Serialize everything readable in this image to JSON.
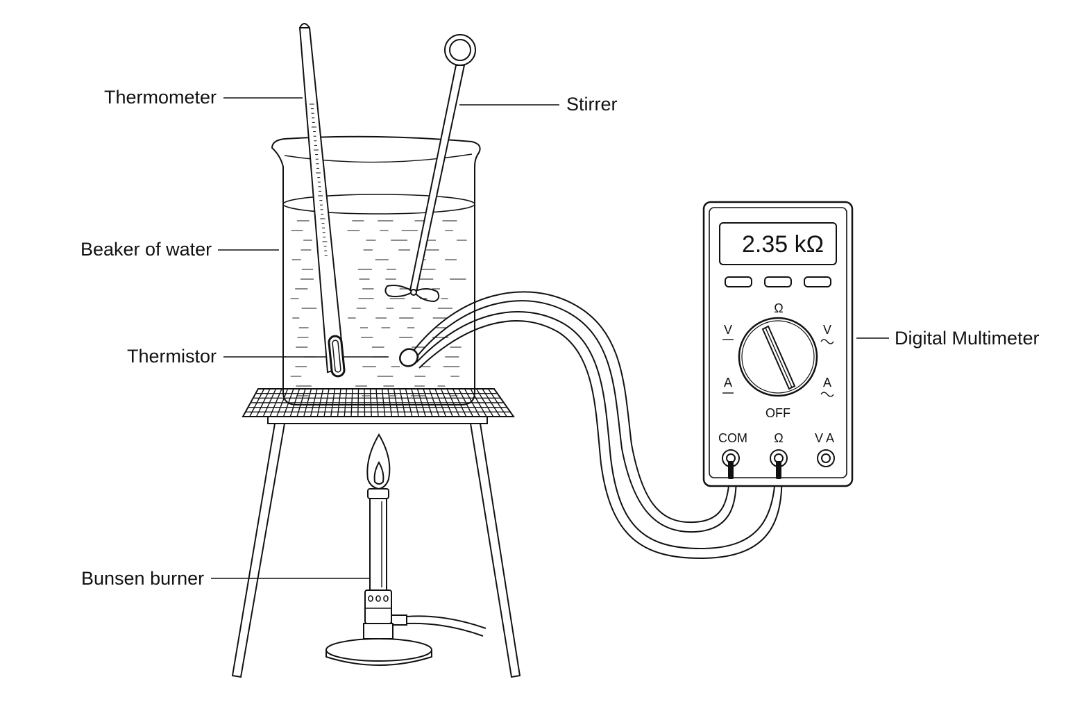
{
  "labels": {
    "thermometer": "Thermometer",
    "stirrer": "Stirrer",
    "beaker": "Beaker of water",
    "thermistor": "Thermistor",
    "multimeter": "Digital Multimeter",
    "burner": "Bunsen burner"
  },
  "multimeter": {
    "display": "2.35 kΩ",
    "dial_top": "Ω",
    "dial_v_dc": "V",
    "dial_v_ac": "V",
    "dial_a_dc": "A",
    "dial_a_ac": "A",
    "dial_off": "OFF",
    "port_com": "COM",
    "port_ohm": "Ω",
    "port_va": "V A"
  }
}
